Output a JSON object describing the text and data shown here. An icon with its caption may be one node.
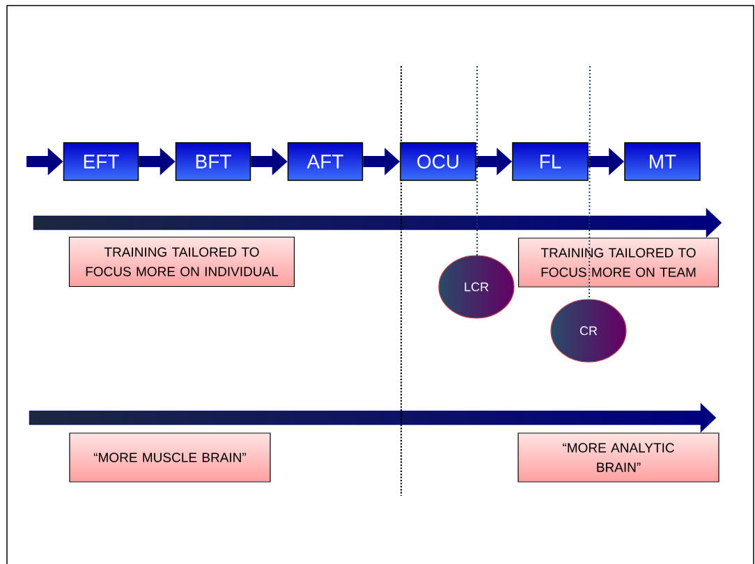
{
  "diagram": {
    "nodes": [
      {
        "text": [
          "EFT"
        ]
      },
      {
        "text": [
          "BFT"
        ]
      },
      {
        "text": [
          "AFT"
        ]
      },
      {
        "text": [
          "OCU"
        ]
      },
      {
        "text": [
          "FL"
        ]
      },
      {
        "text": [
          "MT"
        ]
      },
      {
        "text": [
          "TRAINING TAILORED TO FOCUS MORE ON INDIVIDUAL"
        ]
      },
      {
        "text": [
          "TRAINING TAILORED TO FOCUS MORE ON TEAM"
        ]
      },
      {
        "text": [
          "LCR"
        ]
      },
      {
        "text": [
          "CR"
        ]
      },
      {
        "text": [
          "“MORE MUSCLE BRAIN”"
        ]
      },
      {
        "text": [
          "“MORE ANALYTIC BRAIN”"
        ]
      }
    ],
    "edges": [
      {
        "from": null,
        "to": 0,
        "arrow": "to"
      },
      {
        "from": 0,
        "to": 1,
        "arrow": "to"
      },
      {
        "from": 1,
        "to": 2,
        "arrow": "to"
      },
      {
        "from": 2,
        "to": 3,
        "arrow": "to"
      },
      {
        "from": 3,
        "to": 4,
        "arrow": "to"
      },
      {
        "from": 4,
        "to": 5,
        "arrow": "to"
      },
      {
        "from": null,
        "to": 8,
        "arrow": "none",
        "style": "dashed"
      },
      {
        "from": null,
        "to": 9,
        "arrow": "none",
        "style": "dashed"
      }
    ]
  }
}
